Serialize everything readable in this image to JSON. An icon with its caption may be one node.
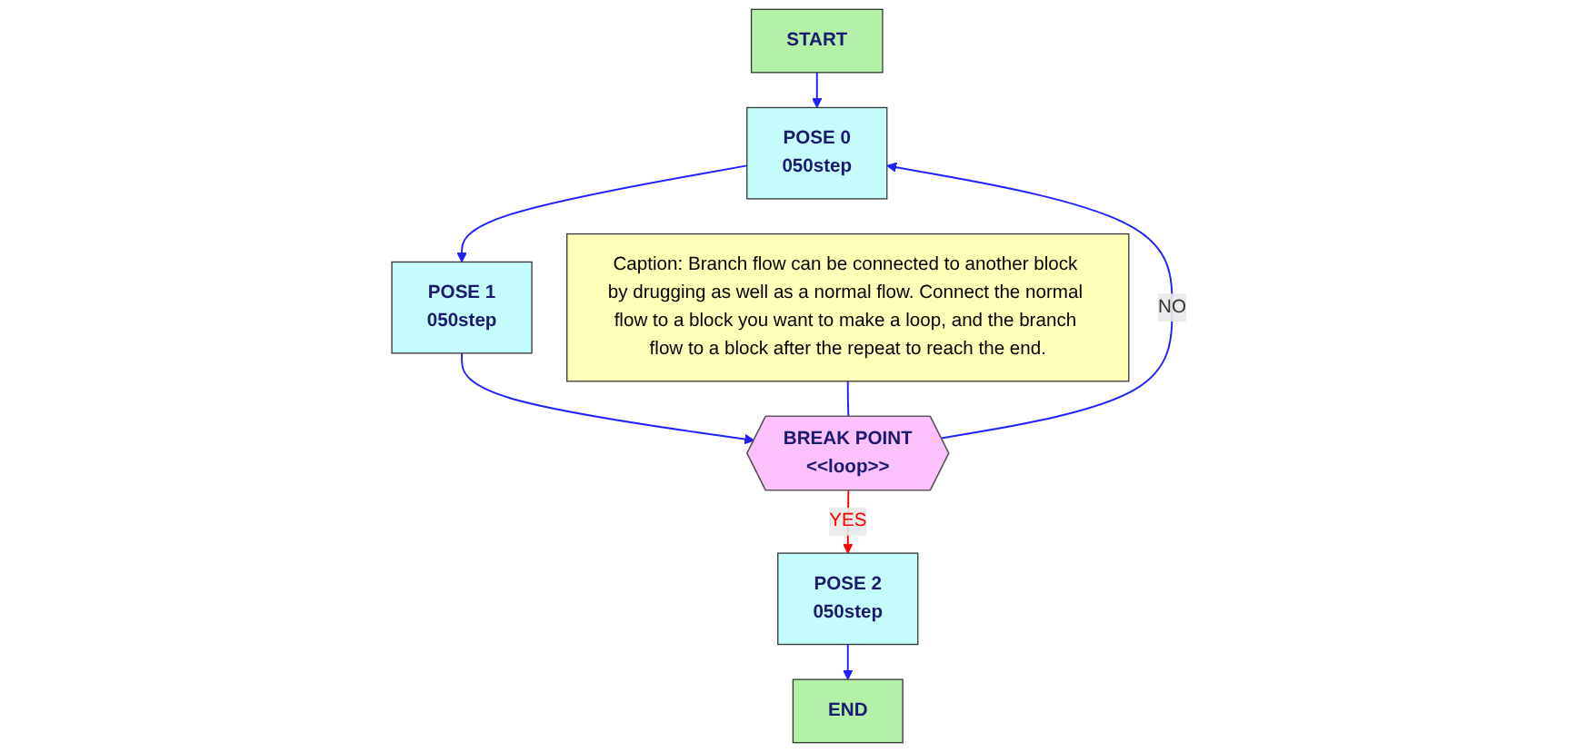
{
  "diagram": {
    "nodes": [
      {
        "text": [
          "START"
        ]
      },
      {
        "text": [
          "POSE 0",
          "050step"
        ]
      },
      {
        "text": [
          "POSE 1",
          "050step"
        ]
      },
      {
        "text": [
          "BREAK POINT",
          "<<loop>>"
        ]
      },
      {
        "text": [
          "POSE 2",
          "050step"
        ]
      },
      {
        "text": [
          "END"
        ]
      },
      {
        "text": [
          "Caption: Branch flow can be connected to another block by drugging as well as a normal flow. Connect the normal flow to a block you want to make a loop, and the branch flow to a block after the repeat to reach the end."
        ]
      }
    ],
    "edges": [
      {
        "from": 0,
        "to": 1,
        "arrow": "to"
      },
      {
        "from": 1,
        "to": 2,
        "arrow": "to"
      },
      {
        "from": 2,
        "to": 3,
        "arrow": "to"
      },
      {
        "from": 3,
        "to": 1,
        "arrow": "to",
        "label": "NO"
      },
      {
        "from": 3,
        "to": 4,
        "arrow": "to",
        "label": "YES",
        "color": "#ff0000"
      },
      {
        "from": 4,
        "to": 5,
        "arrow": "to"
      },
      {
        "from": 6,
        "to": 3,
        "arrow": "none"
      }
    ]
  }
}
